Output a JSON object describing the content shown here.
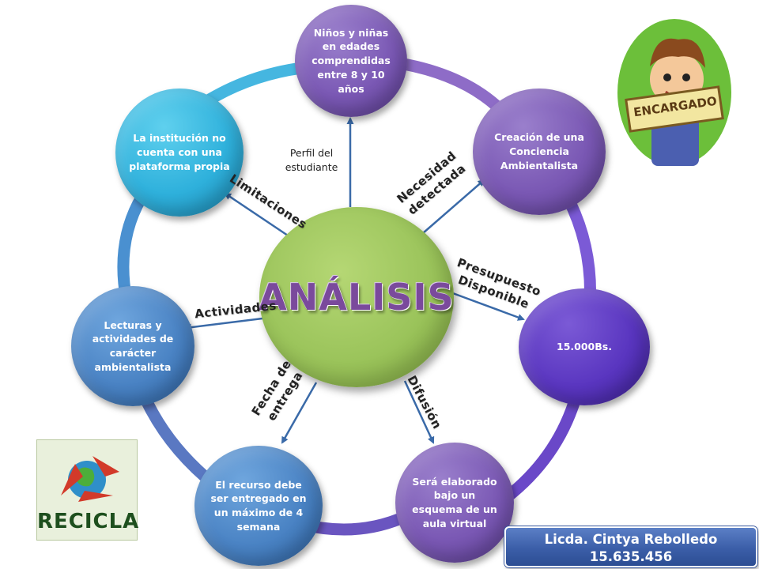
{
  "center": {
    "title": "ANÁLISIS"
  },
  "nodes": {
    "top": "Niños y niñas en edades comprendidas entre 8 y 10 años",
    "top_right": "Creación de una Conciencia Ambientalista",
    "right": "15.000Bs.",
    "bottom_right": "Será elaborado bajo un esquema de un aula virtual",
    "bottom_left": "El recurso debe ser entregado en un máximo de 4 semana",
    "left": "Lecturas y actividades de carácter ambientalista",
    "top_left": "La institución no cuenta con una plataforma propia"
  },
  "labels": {
    "perfil_line1": "Perfil del",
    "perfil_line2": "estudiante",
    "necesidad_line1": "Necesidad",
    "necesidad_line2": "detectada",
    "presupuesto_line1": "Presupuesto",
    "presupuesto_line2": "Disponible",
    "difusion": "Difusión",
    "fecha_line1": "Fecha de",
    "fecha_line2": "entrega",
    "actividades": "Actividades",
    "limitaciones": "Limitaciones"
  },
  "logos": {
    "encargado": "ENCARGADO",
    "recicla": "RECICLA"
  },
  "credit": {
    "name": "Licda. Cintya Rebolledo",
    "id": "15.635.456"
  },
  "colors": {
    "purple": "#7a58b4",
    "blue": "#4a83c4",
    "cyan": "#2fb1dc",
    "violet": "#5a36c0",
    "center": "#9bc45b",
    "arrow": "#3a6aa8"
  }
}
